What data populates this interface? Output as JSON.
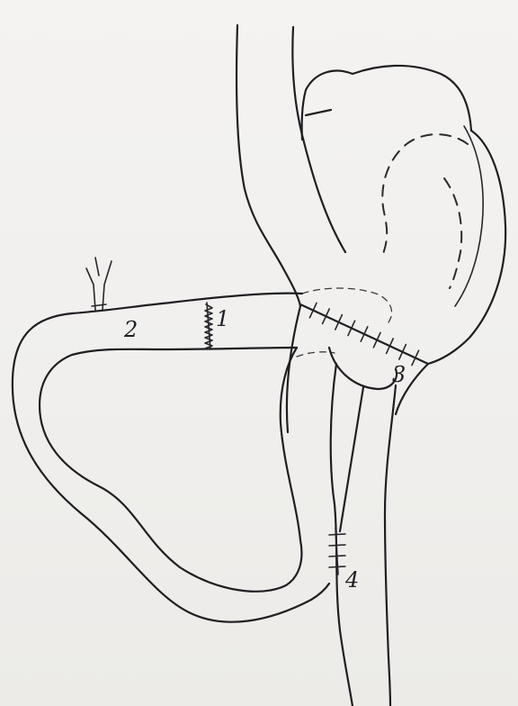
{
  "diagram": {
    "labels": {
      "one": "1",
      "two": "2",
      "three": "3",
      "four": "4"
    },
    "colors": {
      "paper": "#f2f1ef",
      "ink": "#1f1f22"
    }
  }
}
